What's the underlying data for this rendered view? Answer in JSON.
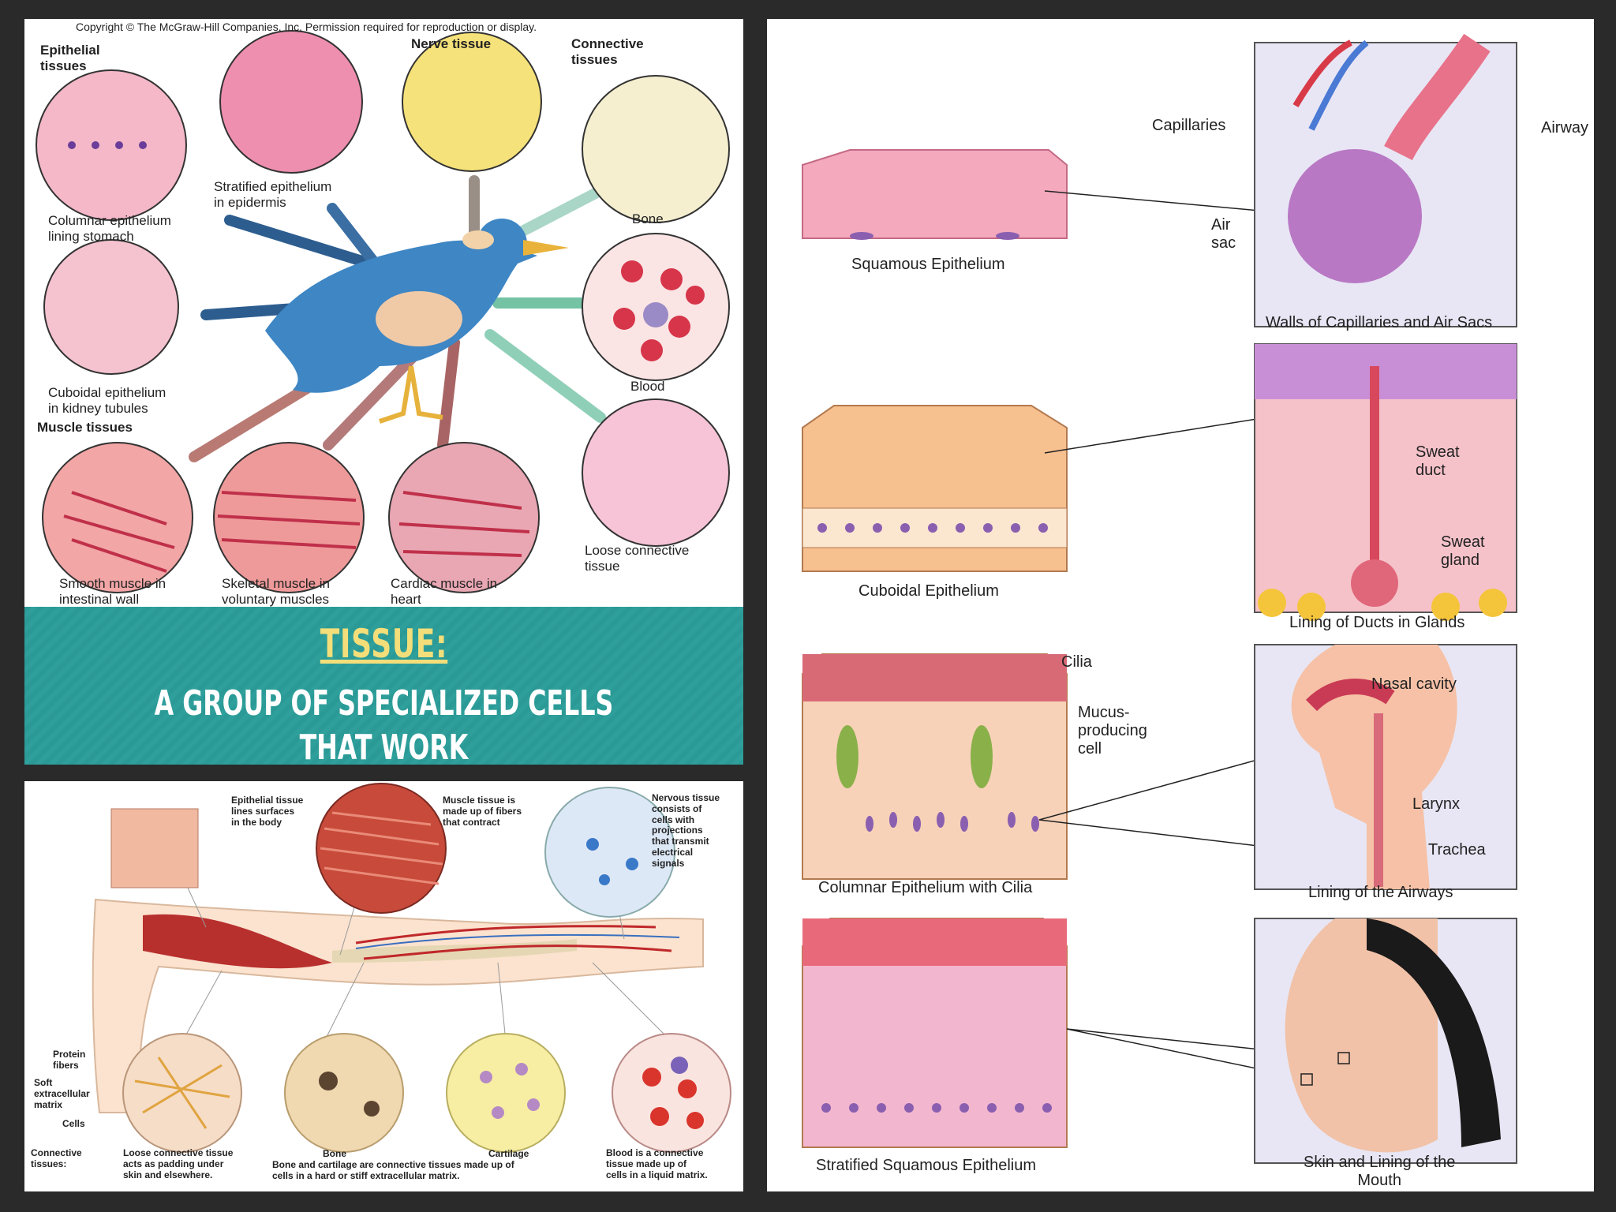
{
  "top_left": {
    "copyright": "Copyright © The McGraw-Hill Companies, Inc. Permission required for reproduction or display.",
    "headings": {
      "epithelial": "Epithelial\ntissues",
      "nerve": "Nerve tissue",
      "connective": "Connective\ntissues",
      "muscle": "Muscle tissues"
    },
    "labels": {
      "stratified": "Stratified epithelium\nin epidermis",
      "columnar": "Columnar epithelium\nlining stomach",
      "cuboidal": "Cuboidal epithelium\nin kidney tubules",
      "bone": "Bone",
      "blood": "Blood",
      "loose": "Loose connective\ntissue",
      "smooth": "Smooth muscle in\nintestinal wall",
      "skeletal": "Skeletal muscle in\nvoluntary muscles",
      "cardiac": "Cardiac muscle in\nheart"
    },
    "banner": {
      "title": "TISSUE:",
      "text": "A GROUP OF SPECIALIZED CELLS THAT WORK\nTOGETHER TO PERFORM A SPECIFIC FUNCTION"
    }
  },
  "bottom_left": {
    "epithelial_note": "Epithelial tissue\nlines surfaces\nin the body",
    "muscle_note": "Muscle tissue is\nmade up of fibers\nthat contract",
    "nervous_note": "Nervous tissue\nconsists of\ncells with\nprojections\nthat transmit\nelectrical\nsignals",
    "protein": "Protein\nfibers",
    "soft_matrix": "Soft\nextracellular\nmatrix",
    "cells": "Cells",
    "connective_tissues": "Connective\ntissues:",
    "loose_note": "Loose connective tissue\nacts as padding under\nskin and elsewhere.",
    "bone": "Bone",
    "cartilage": "Cartilage",
    "bone_cartilage_note": "Bone and cartilage are connective tissues made up of\ncells in a hard or stiff extracellular matrix.",
    "blood_note": "Blood is a connective\ntissue made up of\ncells in a liquid matrix."
  },
  "right": {
    "capillaries": "Capillaries",
    "airway": "Airway",
    "air_sac": "Air\nsac",
    "squamous": "Squamous Epithelium",
    "walls": "Walls of Capillaries and Air Sacs",
    "sweat_duct": "Sweat\nduct",
    "sweat_gland": "Sweat\ngland",
    "cuboidal": "Cuboidal Epithelium",
    "ducts": "Lining of Ducts in Glands",
    "cilia": "Cilia",
    "mucus": "Mucus-\nproducing\ncell",
    "nasal": "Nasal cavity",
    "larynx": "Larynx",
    "trachea": "Trachea",
    "columnar": "Columnar Epithelium with Cilia",
    "airways": "Lining of the Airways",
    "stratified": "Stratified Squamous Epithelium",
    "mouth": "Skin and Lining of the\nMouth"
  }
}
